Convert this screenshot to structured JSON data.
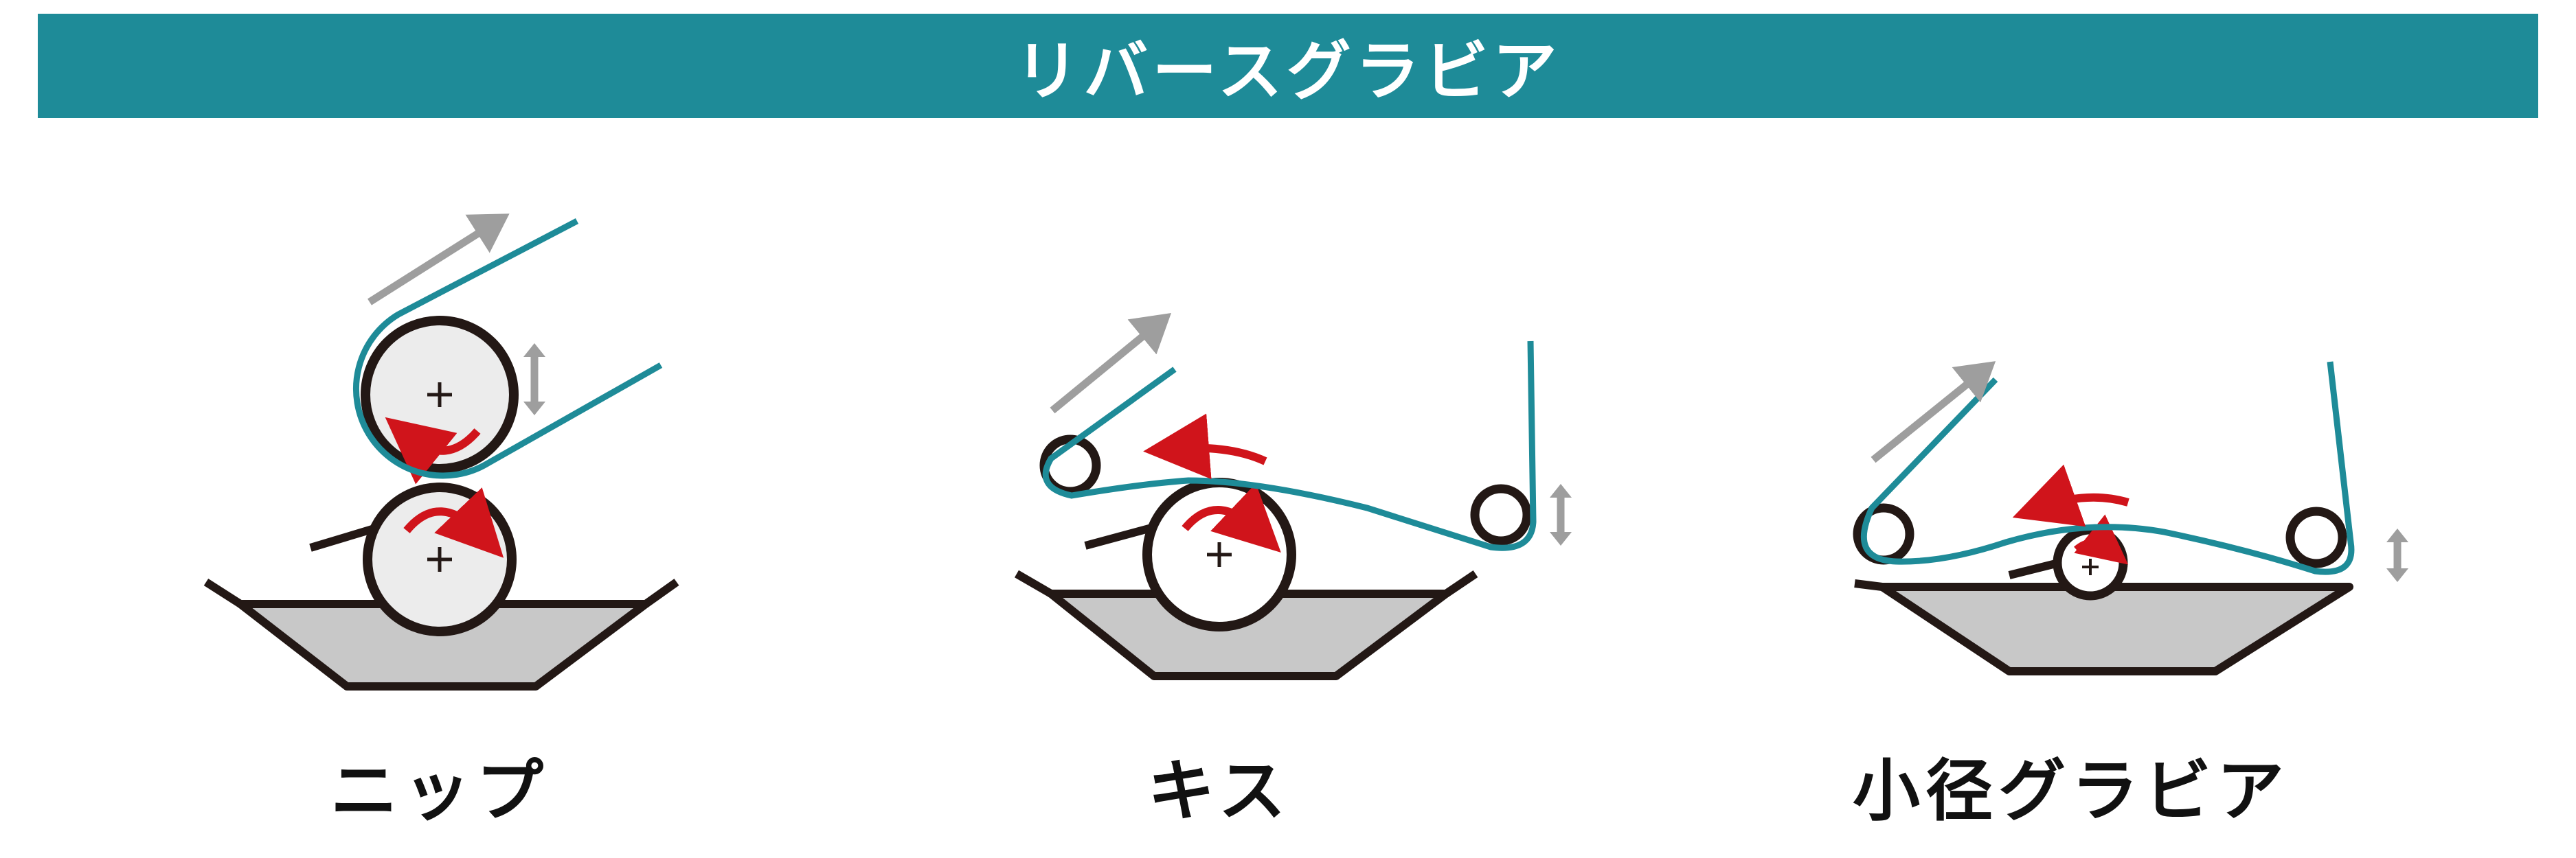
{
  "title": "リバースグラビア",
  "panels": [
    {
      "caption": "ニップ"
    },
    {
      "caption": "キス"
    },
    {
      "caption": "小径グラビア"
    }
  ],
  "colors": {
    "banner": "#1e8b98",
    "web": "#1e8b98",
    "rotation_arrow": "#d0141b",
    "travel_arrow": "#9e9e9e",
    "pan_fill": "#c8c8c8",
    "roll_fill": "#ececec",
    "outline": "#231815"
  }
}
